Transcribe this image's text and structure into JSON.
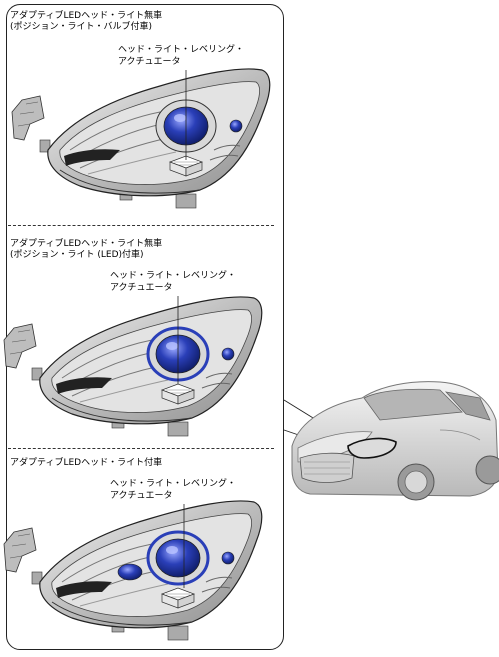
{
  "sections": [
    {
      "title_line1": "アダプティブLEDヘッド・ライト無車",
      "title_line2": "(ポジション・ライト・バルブ付車)",
      "callout_line1": "ヘッド・ライト・レベリング・",
      "callout_line2": "アクチュエータ"
    },
    {
      "title_line1": "アダプティブLEDヘッド・ライト無車",
      "title_line2": "(ポジション・ライト (LED)付車)",
      "callout_line1": "ヘッド・ライト・レベリング・",
      "callout_line2": "アクチュエータ"
    },
    {
      "title_line1": "アダプティブLEDヘッド・ライト付車",
      "title_line2": "",
      "callout_line1": "ヘッド・ライト・レベリング・",
      "callout_line2": "アクチュエータ"
    }
  ],
  "colors": {
    "lens_blue": "#2a3fb8",
    "lens_highlight": "#7b8cff",
    "housing_gray": "#cfcfcf",
    "line": "#222222"
  }
}
